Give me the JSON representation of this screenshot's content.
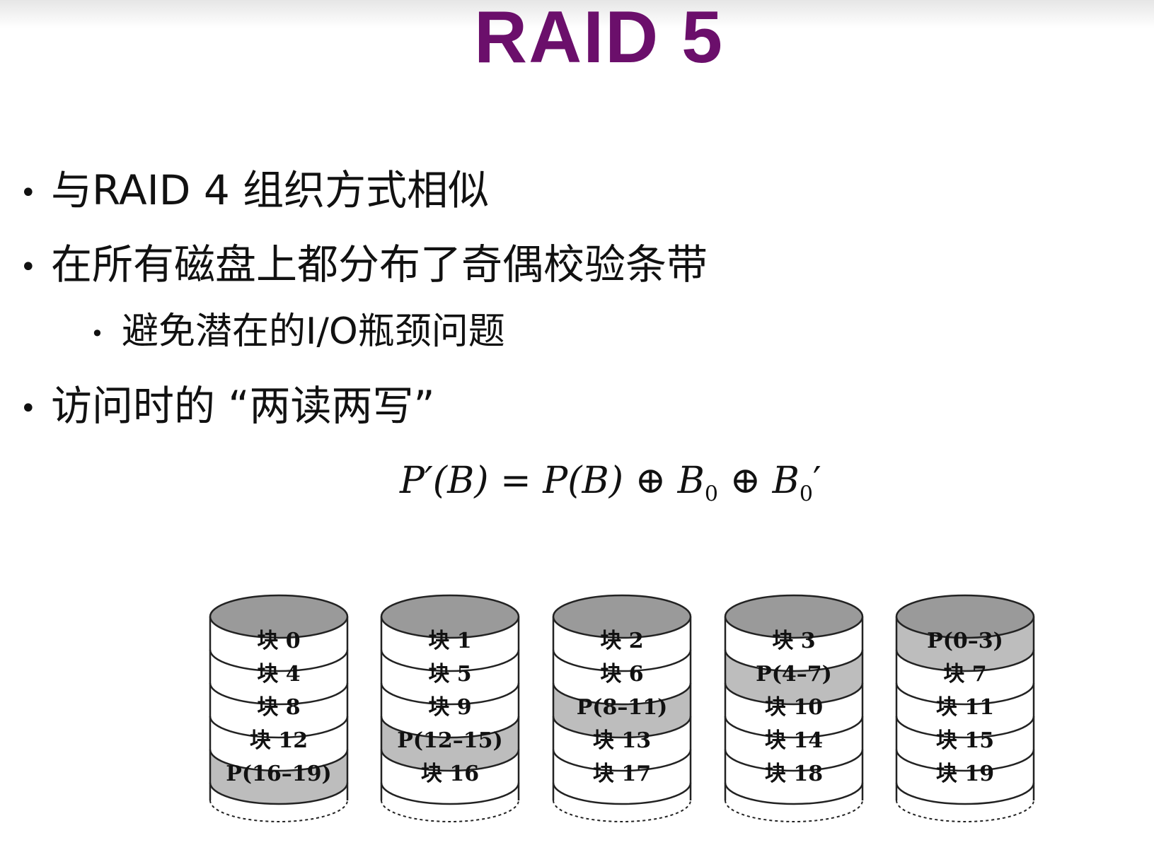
{
  "title": "RAID 5",
  "bullets": [
    "与RAID 4 组织方式相似",
    "在所有磁盘上都分布了奇偶校验条带",
    "避免潜在的I/O瓶颈问题",
    "访问时的 “两读两写”"
  ],
  "formula": {
    "lhs": "P′(B)",
    "eq": "=",
    "rhs_p": "P(B)",
    "xor": "⊕",
    "b0": "B",
    "b0_sub": "0",
    "b0p": "B",
    "b0p_sub": "0",
    "prime": "′"
  },
  "disks": [
    {
      "blocks": [
        {
          "label": "块 0",
          "parity": false
        },
        {
          "label": "块 4",
          "parity": false
        },
        {
          "label": "块 8",
          "parity": false
        },
        {
          "label": "块 12",
          "parity": false
        },
        {
          "label": "P(16–19)",
          "parity": true
        }
      ]
    },
    {
      "blocks": [
        {
          "label": "块 1",
          "parity": false
        },
        {
          "label": "块 5",
          "parity": false
        },
        {
          "label": "块 9",
          "parity": false
        },
        {
          "label": "P(12–15)",
          "parity": true
        },
        {
          "label": "块 16",
          "parity": false
        }
      ]
    },
    {
      "blocks": [
        {
          "label": "块 2",
          "parity": false
        },
        {
          "label": "块 6",
          "parity": false
        },
        {
          "label": "P(8–11)",
          "parity": true
        },
        {
          "label": "块 13",
          "parity": false
        },
        {
          "label": "块 17",
          "parity": false
        }
      ]
    },
    {
      "blocks": [
        {
          "label": "块 3",
          "parity": false
        },
        {
          "label": "P(4–7)",
          "parity": true
        },
        {
          "label": "块 10",
          "parity": false
        },
        {
          "label": "块 14",
          "parity": false
        },
        {
          "label": "块 18",
          "parity": false
        }
      ]
    },
    {
      "blocks": [
        {
          "label": "P(0–3)",
          "parity": true
        },
        {
          "label": "块 7",
          "parity": false
        },
        {
          "label": "块 11",
          "parity": false
        },
        {
          "label": "块 15",
          "parity": false
        },
        {
          "label": "块 19",
          "parity": false
        }
      ]
    }
  ],
  "colors": {
    "title": "#6b0f6b",
    "parity_fill": "#bdbdbd",
    "top_fill": "#9a9a9a",
    "stroke": "#222222"
  }
}
